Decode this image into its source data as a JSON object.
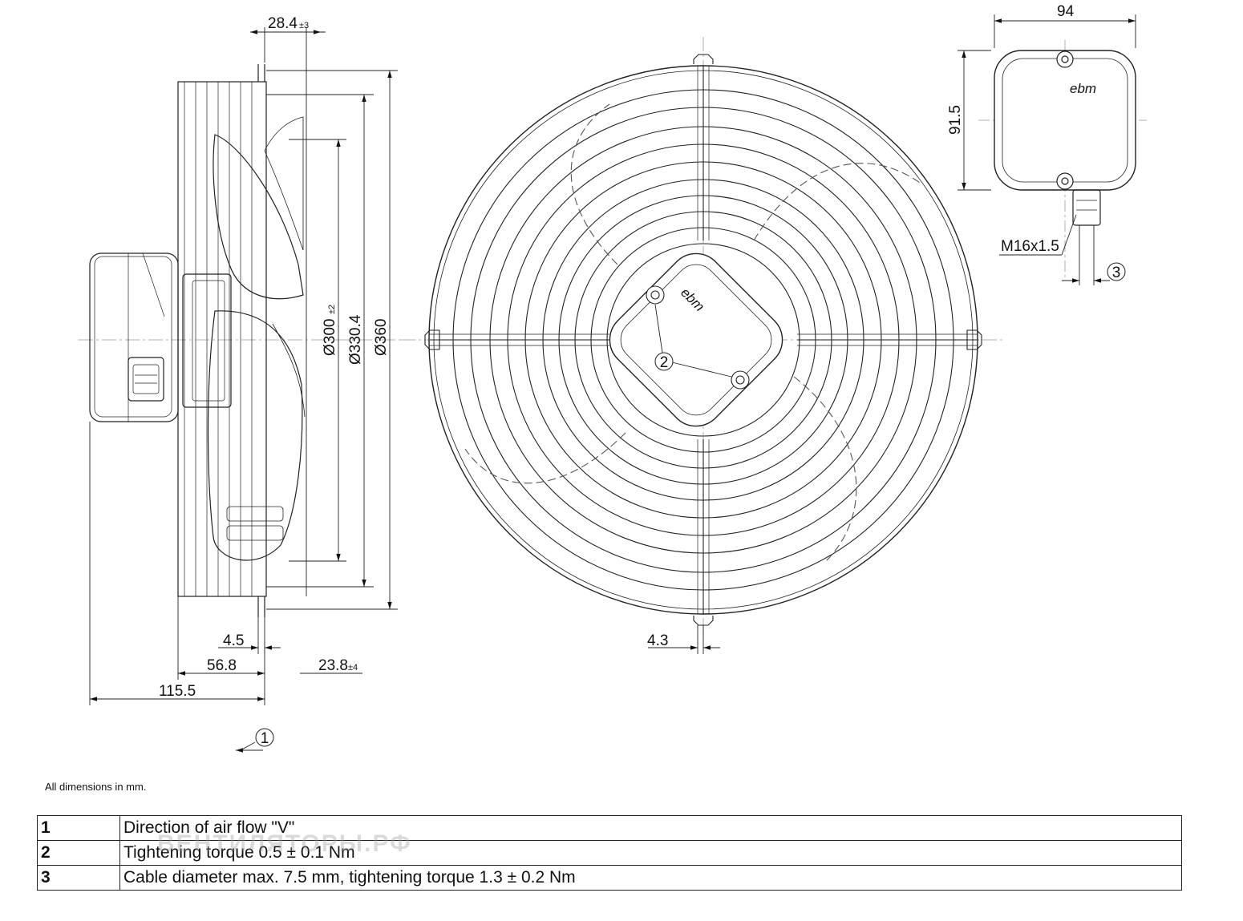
{
  "dimensions": {
    "top_offset": "28.4",
    "top_offset_tol": "±3",
    "dia_300": "Ø300",
    "dia_300_tol": "±2",
    "dia_330": "Ø330.4",
    "dia_360": "Ø360",
    "d_4_5": "4.5",
    "d_56_8": "56.8",
    "d_23_8": "23.8",
    "d_23_8_tol": "±4",
    "d_115_5": "115.5",
    "d_4_3": "4.3",
    "box_width": "94",
    "box_height": "91.5",
    "gland": "M16x1.5"
  },
  "brand": "ebm",
  "callouts": {
    "c1": "1",
    "c2": "2",
    "c3": "3"
  },
  "note": "All dimensions in mm.",
  "legend": [
    {
      "num": "1",
      "text": "Direction of air flow \"V\""
    },
    {
      "num": "2",
      "text": "Tightening torque 0.5 ± 0.1 Nm"
    },
    {
      "num": "3",
      "text": "Cable diameter max. 7.5 mm, tightening torque 1.3 ± 0.2 Nm"
    }
  ],
  "watermark": "ВЕНТИЛЯТОРЫ.РФ"
}
